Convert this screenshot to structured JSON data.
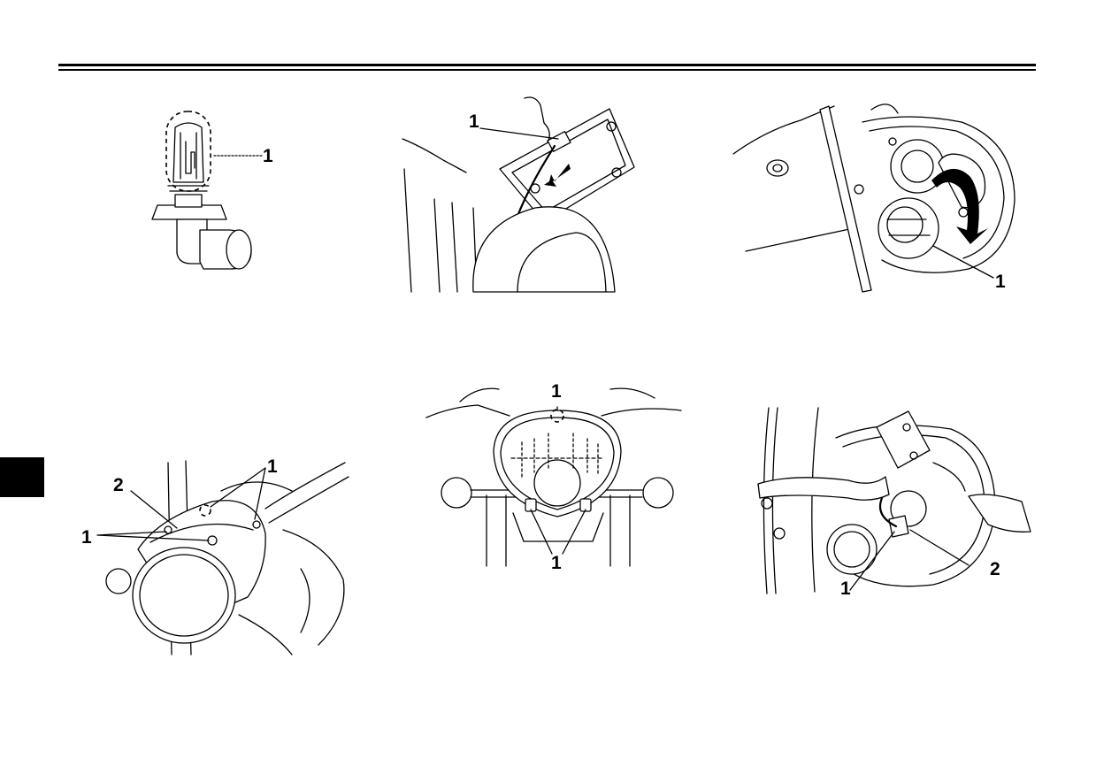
{
  "figures": [
    {
      "id": "fig-headlight-bulb",
      "callouts": [
        "1"
      ]
    },
    {
      "id": "fig-disconnect-coupler",
      "callouts": [
        "1"
      ]
    },
    {
      "id": "fig-bulb-holder-rotate",
      "callouts": [
        "1"
      ]
    },
    {
      "id": "fig-headlight-unit-screws",
      "callouts": [
        "1",
        "2",
        "1"
      ]
    },
    {
      "id": "fig-headlight-front-screws",
      "callouts": [
        "1",
        "1"
      ]
    },
    {
      "id": "fig-auxiliary-light-coupler",
      "callouts": [
        "1",
        "2"
      ]
    }
  ]
}
